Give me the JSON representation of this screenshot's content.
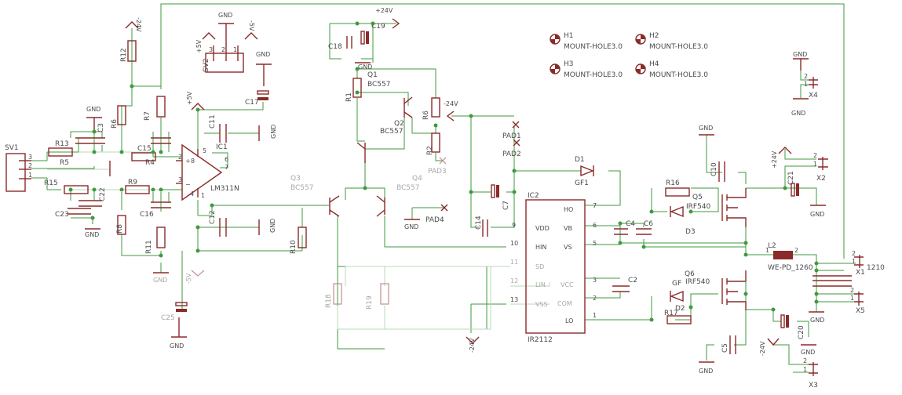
{
  "title": "",
  "labels": {
    "sv1": "SV1",
    "sv1_pins": [
      "3",
      "2",
      "1"
    ],
    "sv2": "SV2",
    "sv2_pins": [
      "3",
      "2",
      "1"
    ],
    "r5": "R5",
    "r13": "R13",
    "r15": "R15",
    "r9": "R9",
    "r4": "R4",
    "r6": "R6",
    "r7": "R7",
    "r8": "R8",
    "r11": "R11",
    "r12": "R12",
    "c3": "C3",
    "c15": "C15",
    "c22": "C22",
    "c23": "C23",
    "c16": "C16",
    "c11": "C11",
    "c12": "C12",
    "c17": "C17",
    "c25": "C25",
    "ic1": "IC1",
    "lm311n": "LM311N",
    "ic1_pins": [
      "8",
      "5",
      "6",
      "7",
      "2",
      "3",
      "4",
      "1"
    ],
    "q1": "Q1",
    "q1_type": "BC557",
    "q2": "Q2",
    "q2_type": "BC557",
    "q3": "Q3",
    "q3_type": "BC557",
    "q4": "Q4",
    "q4_type": "BC557",
    "r1": "R1",
    "r2": "R2",
    "r6b": "R6",
    "r10": "R10",
    "r18": "R18",
    "r19": "R19",
    "c18": "C18",
    "c19": "C19",
    "pad1": "PAD1",
    "pad2": "PAD2",
    "pad3": "PAD3",
    "pad4": "PAD4",
    "d1": "D1",
    "gf1": "GF1",
    "c14": "C14",
    "c7": "C7",
    "c4": "C4",
    "c6": "C6",
    "c2": "C2",
    "ic2": "IC2",
    "ir2112": "IR2112",
    "ic2_pins": [
      "VDD",
      "HIN",
      "SD",
      "LIN",
      "VSS",
      "HO",
      "VB",
      "VS",
      "VCC",
      "COM",
      "LO"
    ],
    "ic2_pin_numbers": [
      "9",
      "10",
      "11",
      "12",
      "13",
      "7",
      "6",
      "5",
      "3",
      "2",
      "1"
    ],
    "r16": "R16",
    "r17": "R17",
    "q5": "Q5",
    "q5_type": "IRF540",
    "q6": "Q6",
    "q6_type": "IRF540",
    "d3": "D3",
    "d2": "D2",
    "gf": "GF",
    "c10": "C10",
    "c5": "C5",
    "c21": "C21",
    "c20": "C20",
    "l2": "L2",
    "l2_type": "WE-PD_1260",
    "x1": "X1",
    "x1_type": "1210",
    "x2": "X2",
    "x3": "X3",
    "x4": "X4",
    "x5": "X5",
    "h1": "H1",
    "h2": "H2",
    "h3": "H3",
    "h4": "H4",
    "mount_hole": "MOUNT-HOLE3.0",
    "gnd": "GND",
    "p5v": "+5V",
    "m5v": "-5V",
    "p24v": "+24V",
    "m24v": "-24V",
    "pin_1": "1",
    "pin_2": "2"
  }
}
